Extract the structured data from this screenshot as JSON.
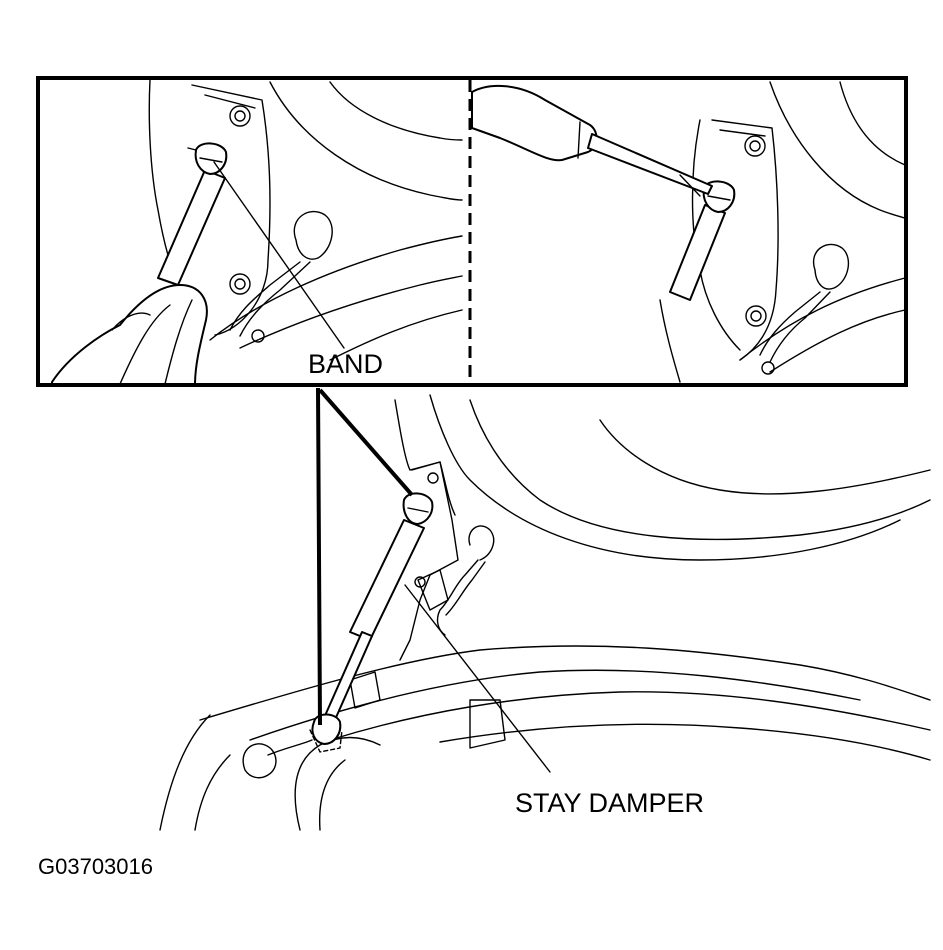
{
  "labels": {
    "band": "BAND",
    "stay_damper": "STAY DAMPER",
    "figure_code": "G03703016"
  },
  "colors": {
    "line": "#000000",
    "background": "#ffffff"
  }
}
